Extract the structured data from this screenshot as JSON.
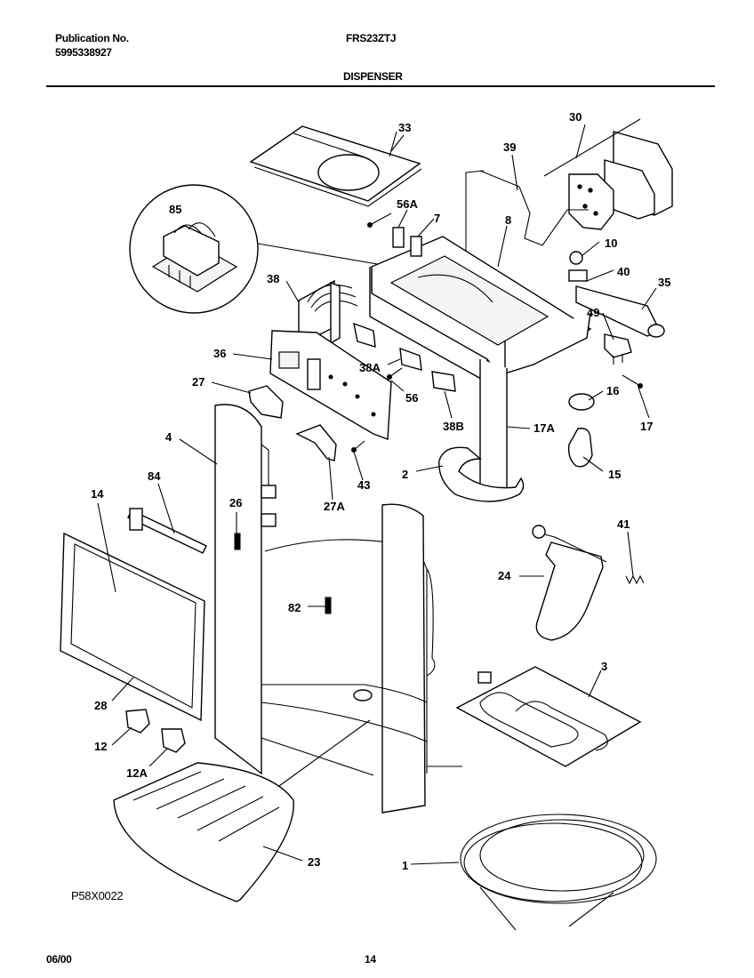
{
  "header": {
    "publication_label": "Publication No.",
    "publication_number": "5995338927",
    "model": "FRS23ZTJ",
    "section": "DISPENSER"
  },
  "footer": {
    "drawing_code": "P58X0022",
    "date": "06/00",
    "page": "14"
  },
  "callouts": [
    "33",
    "30",
    "39",
    "85",
    "56A",
    "7",
    "8",
    "10",
    "40",
    "35",
    "38",
    "49",
    "36",
    "38A",
    "27",
    "56",
    "16",
    "17",
    "38B",
    "17A",
    "4",
    "2",
    "15",
    "43",
    "27A",
    "84",
    "14",
    "26",
    "41",
    "24",
    "82",
    "3",
    "28",
    "12",
    "12A",
    "23",
    "1"
  ]
}
